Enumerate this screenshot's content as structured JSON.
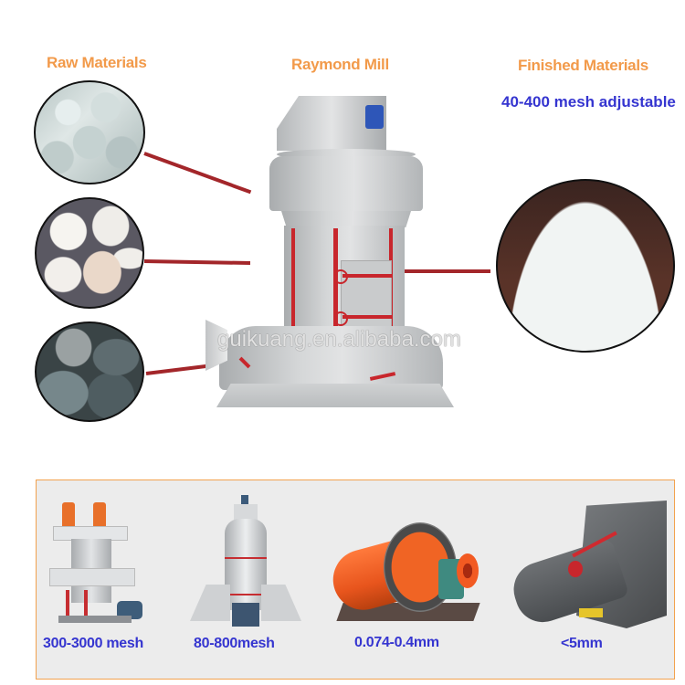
{
  "headings": {
    "raw_materials": "Raw Materials",
    "raymond_mill": "Raymond Mill",
    "finished_materials": "Finished Materials",
    "fineness": "40-400 mesh adjustable"
  },
  "raw_materials": [
    {
      "name": "crystal-ore-image"
    },
    {
      "name": "white-quartz-image"
    },
    {
      "name": "gray-rock-image"
    }
  ],
  "finished_material": {
    "name": "white-powder-image"
  },
  "watermark": "guikuang.en.alibaba.com",
  "colors": {
    "heading_orange": "#f29a4a",
    "caption_blue": "#3535d0",
    "connector_red": "#a3262a",
    "panel_border": "#f2a24e",
    "panel_bg": "#ececec"
  },
  "machines": [
    {
      "name": "vertical-roller-mill",
      "caption": "300-3000 mesh"
    },
    {
      "name": "raymond-mill-small",
      "caption": "80-800mesh"
    },
    {
      "name": "ball-mill",
      "caption": "0.074-0.4mm"
    },
    {
      "name": "hammer-crusher",
      "caption": "<5mm"
    }
  ]
}
